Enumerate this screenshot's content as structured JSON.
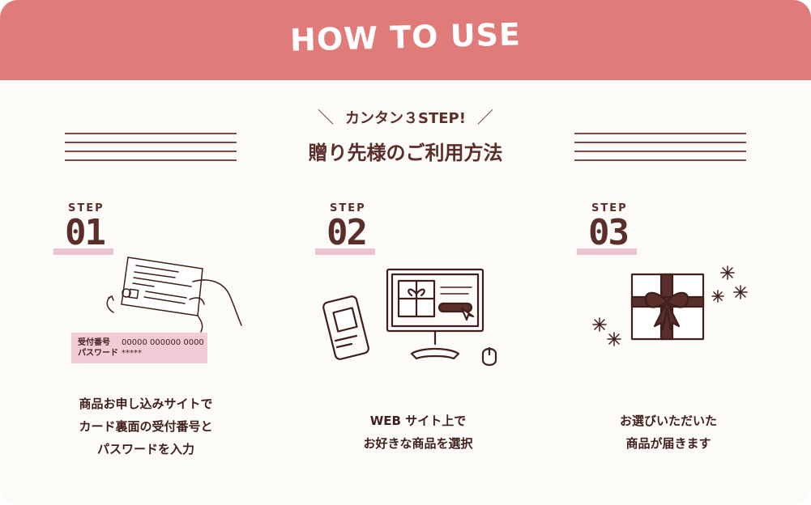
{
  "header": {
    "title": "HOW TO USE"
  },
  "intro": {
    "subtitle": "カンタン３STEP!",
    "slash_left": "＼",
    "slash_right": "／",
    "title": "贈り先様のご利用方法"
  },
  "steps": [
    {
      "label": "STEP",
      "number": "01",
      "description": [
        "商品お申し込みサイトで",
        "カード裏面の受付番号と",
        "パスワードを入力"
      ],
      "card_info": {
        "receipt_label": "受付番号",
        "receipt_value": "00000 000000 0000",
        "password_label": "パスワード",
        "password_value": "*****"
      }
    },
    {
      "label": "STEP",
      "number": "02",
      "description": [
        "WEB サイト上で",
        "お好きな商品を選択"
      ]
    },
    {
      "label": "STEP",
      "number": "03",
      "description": [
        "お選びいただいた",
        "商品が届きます"
      ]
    }
  ],
  "colors": {
    "header": "#e07b79",
    "text": "#5a2e2a",
    "accent_pink": "#ecc3d2",
    "background": "#fdfbf8"
  },
  "icons": [
    "card-in-hand-illustration",
    "phone-and-monitor-illustration",
    "gift-box-illustration"
  ]
}
